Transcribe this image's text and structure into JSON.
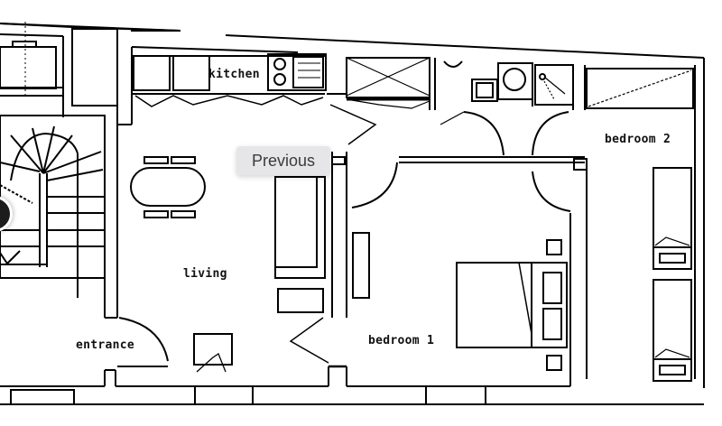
{
  "viewer": {
    "tooltip": "Previous",
    "nav_prev_icon": "circle-prev-button"
  },
  "floorplan": {
    "rooms": {
      "kitchen": "kitchen",
      "living": "living",
      "entrance": "entrance",
      "bedroom1": "bedroom 1",
      "bedroom2": "bedroom 2"
    },
    "line_color": "#000000",
    "background": "#ffffff"
  }
}
